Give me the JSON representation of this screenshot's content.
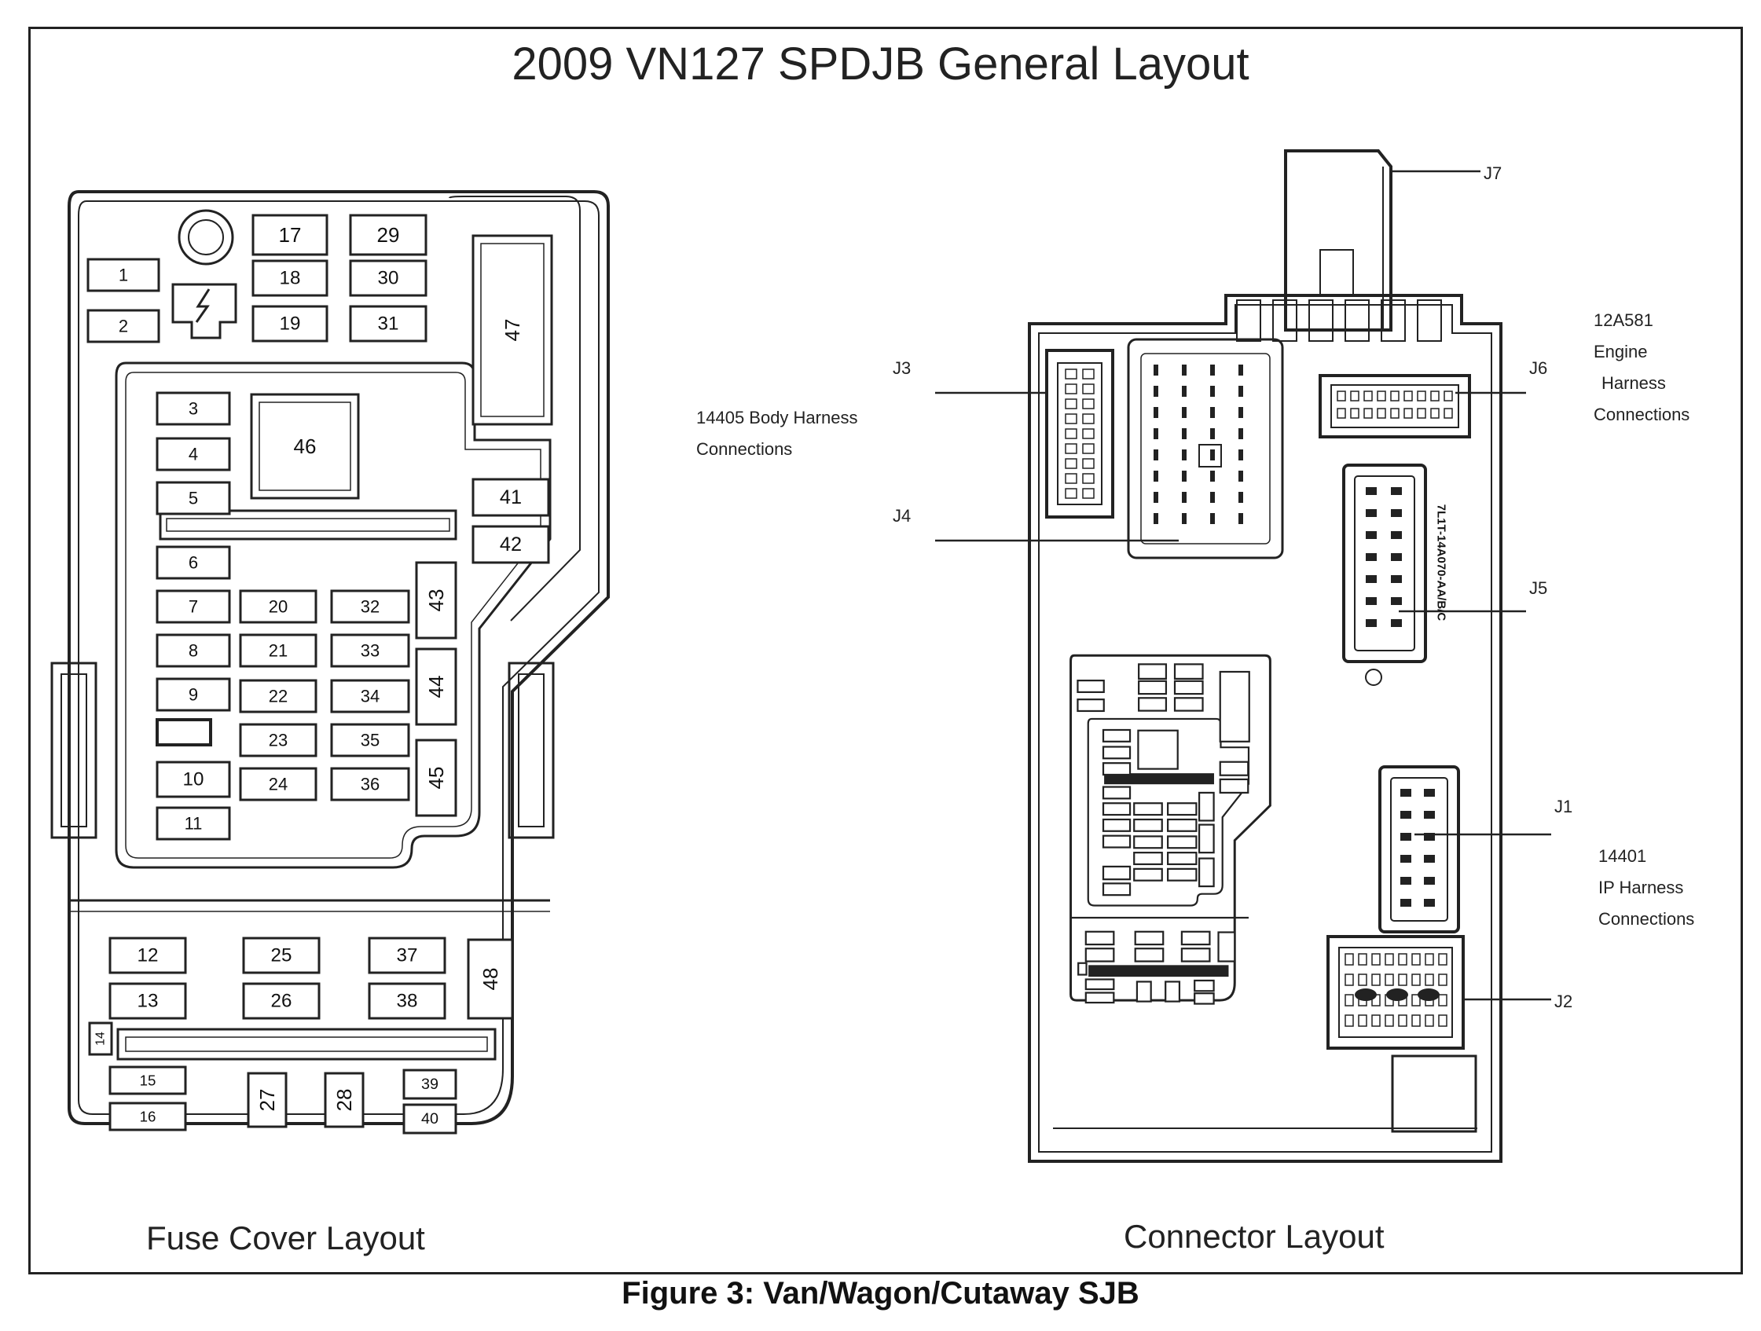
{
  "title": "2009 VN127 SPDJB General Layout",
  "caption": "Figure 3: Van/Wagon/Cutaway SJB",
  "fuse_cover": {
    "label": "Fuse Cover Layout",
    "fuses": [
      "1",
      "2",
      "3",
      "4",
      "5",
      "6",
      "7",
      "8",
      "9",
      "10",
      "11",
      "12",
      "13",
      "14",
      "15",
      "16",
      "17",
      "18",
      "19",
      "20",
      "21",
      "22",
      "23",
      "24",
      "25",
      "26",
      "27",
      "28",
      "29",
      "30",
      "31",
      "32",
      "33",
      "34",
      "35",
      "36",
      "37",
      "38",
      "39",
      "40",
      "41",
      "42",
      "43",
      "44",
      "45",
      "46",
      "47",
      "48"
    ]
  },
  "connector": {
    "label": "Connector Layout",
    "jacks": [
      "J1",
      "J2",
      "J3",
      "J4",
      "J5",
      "J6",
      "J7"
    ],
    "part_number": "7L1T-14A070-AA/B/C",
    "harness": {
      "body": [
        "14405 Body Harness",
        "Connections"
      ],
      "engine": [
        "12A581",
        "Engine",
        "Harness",
        "Connections"
      ],
      "ip": [
        "14401",
        "IP Harness",
        "Connections"
      ]
    }
  }
}
